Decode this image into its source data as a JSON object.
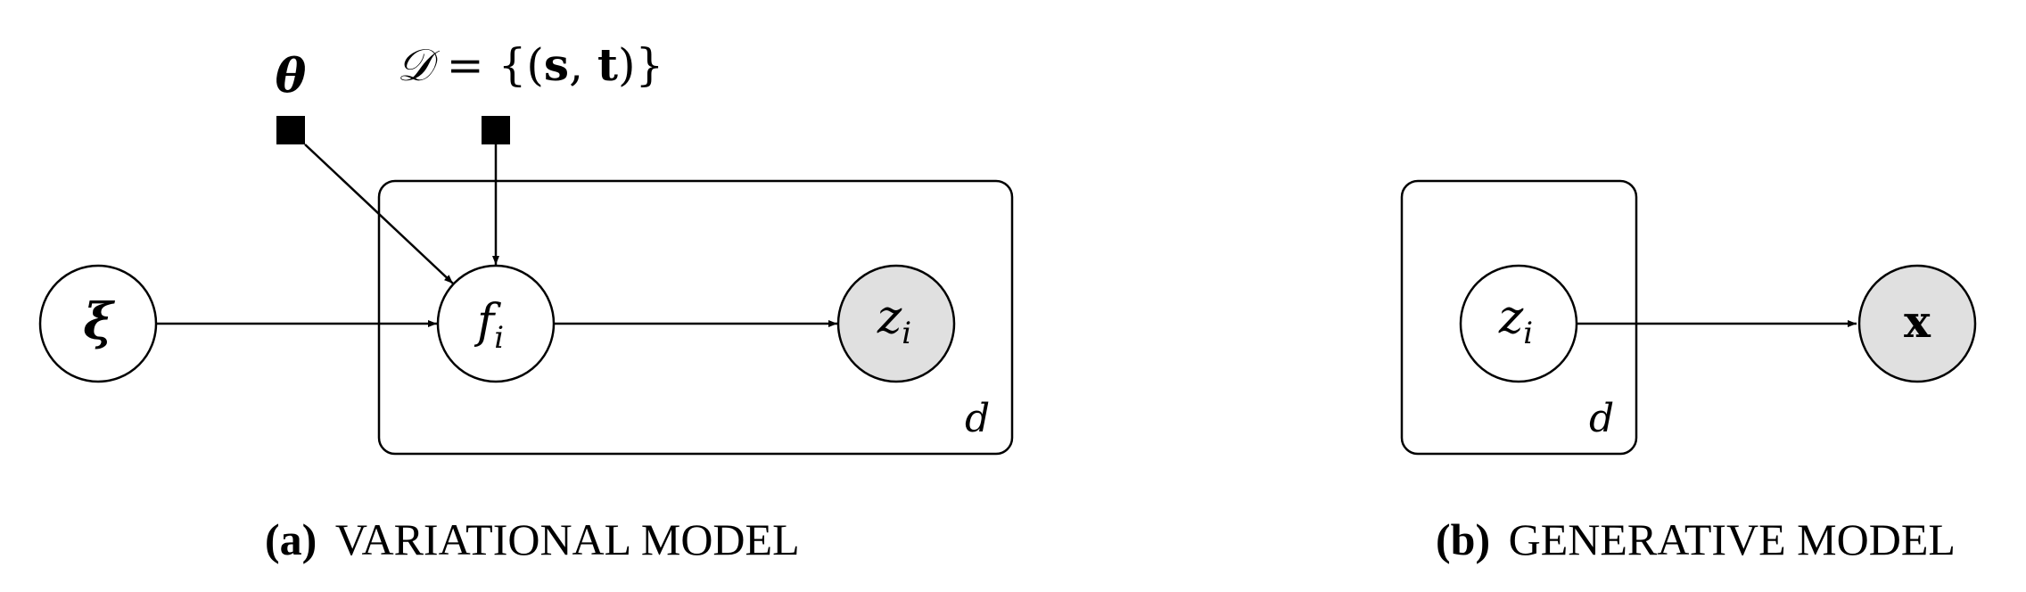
{
  "variational_model": {
    "nodes": {
      "xi": {
        "symbol": "ξ",
        "observed": false
      },
      "f": {
        "symbol": "f",
        "subscript": "i",
        "observed": false
      },
      "z": {
        "symbol": "z",
        "subscript": "i",
        "observed": true
      }
    },
    "params": {
      "theta": {
        "symbol": "θ"
      },
      "dataset": {
        "lhs": "𝒟",
        "eq": " = {(",
        "s": "s",
        "comma": ", ",
        "t": "t",
        "close": ")}"
      }
    },
    "plate_label": "d",
    "caption": {
      "tag": "(a)",
      "text": "VARIATIONAL MODEL"
    }
  },
  "generative_model": {
    "nodes": {
      "z": {
        "symbol": "z",
        "subscript": "i",
        "observed": false
      },
      "x": {
        "symbol": "x",
        "observed": true
      }
    },
    "plate_label": "d",
    "caption": {
      "tag": "(b)",
      "text": "GENERATIVE MODEL"
    }
  },
  "colors": {
    "stroke": "#000000",
    "latent_fill": "#ffffff",
    "observed_fill": "#e0e0e0"
  }
}
